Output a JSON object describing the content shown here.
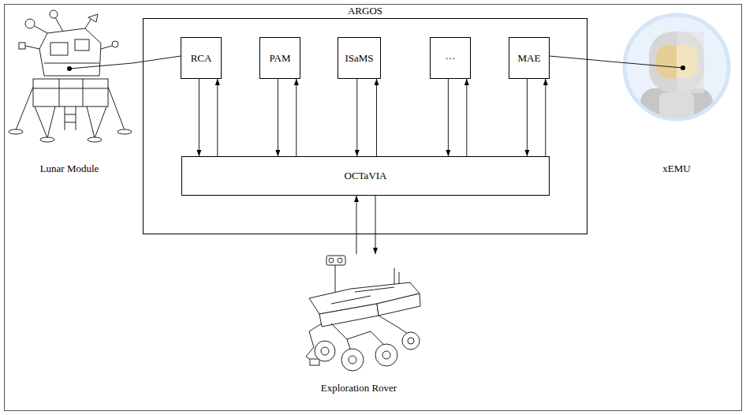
{
  "diagram": {
    "nodes": [
      {
        "text": [
          "Lunar Module"
        ]
      },
      {
        "text": [
          "ARGOS"
        ]
      },
      {
        "text": [
          "RCA"
        ],
        "in": 1
      },
      {
        "text": [
          "PAM"
        ],
        "in": 1
      },
      {
        "text": [
          "ISaMS"
        ],
        "in": 1
      },
      {
        "text": [
          "···"
        ],
        "in": 1
      },
      {
        "text": [
          "MAE"
        ],
        "in": 1
      },
      {
        "text": [
          "OCTaVIA"
        ],
        "in": 1
      },
      {
        "text": [
          "xEMU"
        ]
      },
      {
        "text": [
          "Exploration Rover"
        ]
      }
    ],
    "edges": [
      {
        "from": 0,
        "to": 2,
        "arrow": "none"
      },
      {
        "from": 2,
        "to": 7,
        "arrow": "to"
      },
      {
        "from": 7,
        "to": 2,
        "arrow": "to"
      },
      {
        "from": 3,
        "to": 7,
        "arrow": "to"
      },
      {
        "from": 7,
        "to": 3,
        "arrow": "to"
      },
      {
        "from": 4,
        "to": 7,
        "arrow": "to"
      },
      {
        "from": 7,
        "to": 4,
        "arrow": "to"
      },
      {
        "from": 5,
        "to": 7,
        "arrow": "to"
      },
      {
        "from": 7,
        "to": 5,
        "arrow": "to"
      },
      {
        "from": 6,
        "to": 7,
        "arrow": "to"
      },
      {
        "from": 7,
        "to": 6,
        "arrow": "to"
      },
      {
        "from": 6,
        "to": 8,
        "arrow": "none"
      },
      {
        "from": 9,
        "to": 7,
        "arrow": "to"
      },
      {
        "from": 7,
        "to": 9,
        "arrow": "to"
      }
    ]
  }
}
